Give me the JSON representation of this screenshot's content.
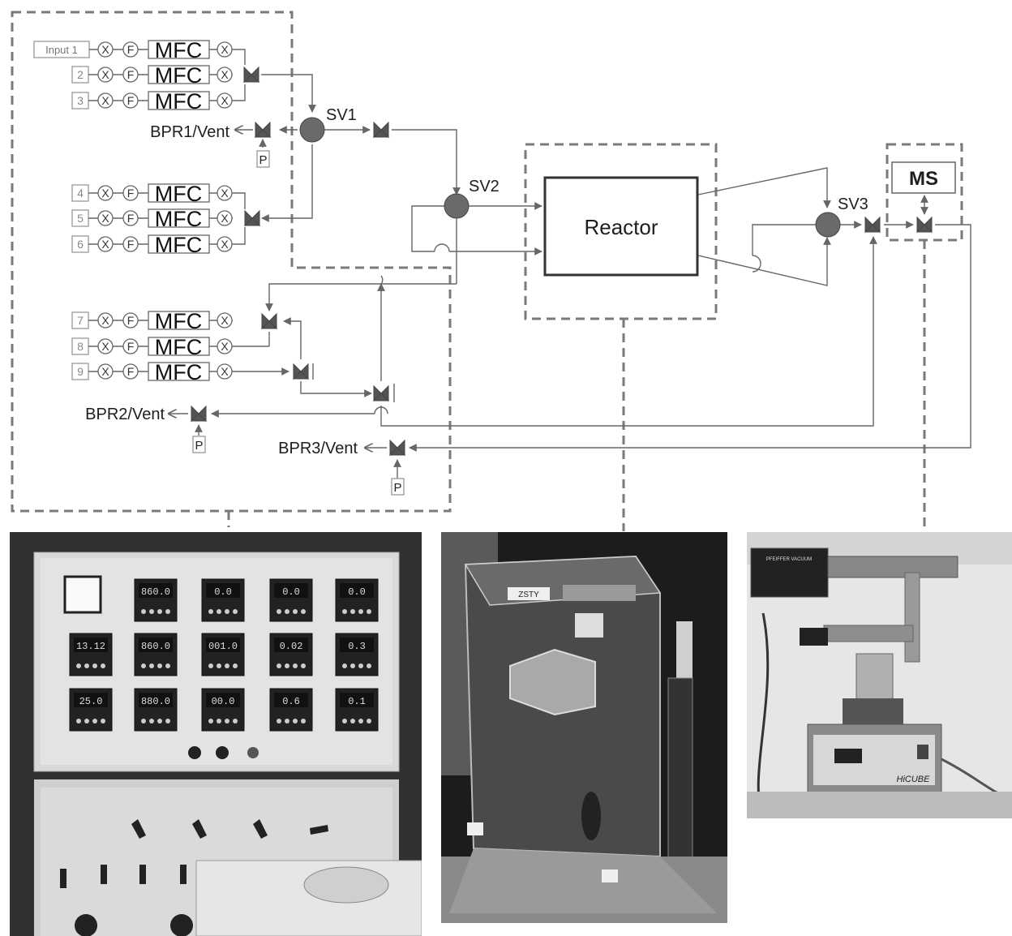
{
  "inputs": [
    "Input 1",
    "2",
    "3",
    "4",
    "5",
    "6",
    "7",
    "8",
    "9"
  ],
  "component_labels": {
    "x": "X",
    "f": "F",
    "mfc": "MFC",
    "p": "P"
  },
  "valves": {
    "sv1": "SV1",
    "sv2": "SV2",
    "sv3": "SV3"
  },
  "vents": {
    "bpr1": "BPR1/Vent",
    "bpr2": "BPR2/Vent",
    "bpr3": "BPR3/Vent"
  },
  "reactor": "Reactor",
  "ms": "MS",
  "photos": {
    "control_panel": {
      "displays": [
        "860.0",
        "0.0",
        "0.0",
        "0.0",
        "13.12",
        "860.0",
        "001.0",
        "0.02",
        "0.3",
        "25.0",
        "880.0",
        "00.0",
        "0.6",
        "0.1"
      ]
    },
    "reactor_enclosure": {
      "tag": "ZSTY"
    },
    "mass_spec": {
      "brand": "PFEIFFER VACUUM",
      "model": "HiCUBE"
    }
  },
  "colors": {
    "line": "#666666",
    "dash": "#7a7a7a",
    "valve_fill": "#555555",
    "node_fill": "#6a6a6a"
  }
}
